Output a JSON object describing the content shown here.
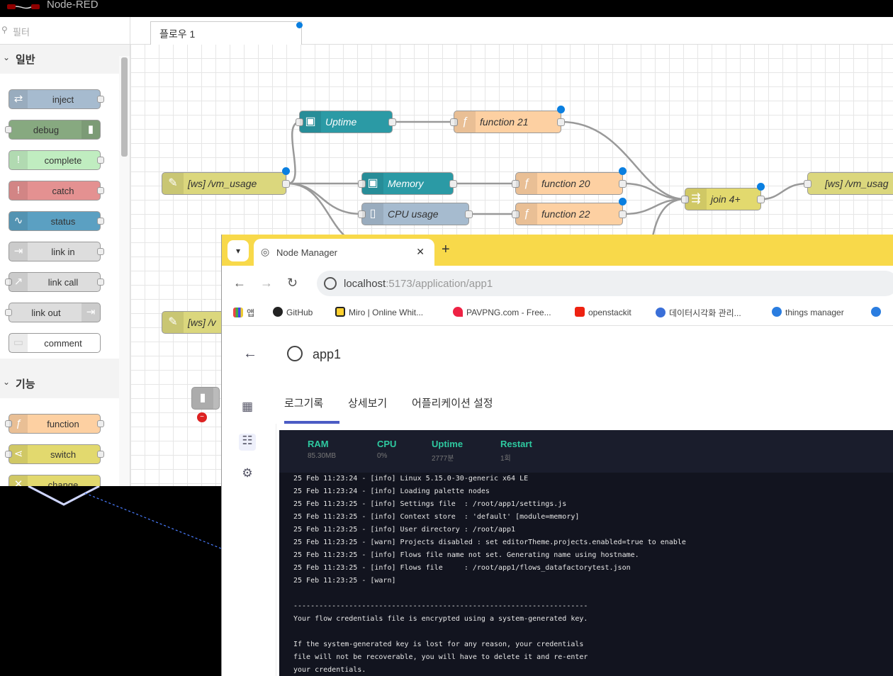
{
  "nodered": {
    "app_title": "Node-RED",
    "palette": {
      "search_placeholder": "필터",
      "categories": [
        {
          "name": "일반",
          "nodes": [
            "inject",
            "debug",
            "complete",
            "catch",
            "status",
            "link in",
            "link call",
            "link out",
            "comment"
          ]
        },
        {
          "name": "기능",
          "nodes": [
            "function",
            "switch",
            "change"
          ]
        }
      ]
    },
    "workspace": {
      "tab_label": "플로우 1",
      "nodes": {
        "ws_in": "[ws] /vm_usage",
        "ws_in2": "[ws] /v",
        "uptime": "Uptime",
        "memory": "Memory",
        "cpu": "CPU usage",
        "fn21": "function 21",
        "fn20": "function 20",
        "fn22": "function 22",
        "join": "join 4+",
        "ws_out": "[ws] /vm_usag"
      }
    }
  },
  "browser": {
    "tab_title": "Node Manager",
    "url_host": "localhost",
    "url_path": ":5173/application/app1",
    "bookmarks": [
      "앱",
      "GitHub",
      "Miro | Online Whit...",
      "PAVPNG.com - Free...",
      "openstackit",
      "데이터시각화 관리...",
      "things manager"
    ],
    "app": {
      "title": "app1",
      "tabs": [
        "로그기록",
        "상세보기",
        "어플리케이션 설정"
      ],
      "stats": [
        {
          "label": "RAM",
          "value": "85.30MB"
        },
        {
          "label": "CPU",
          "value": "0%"
        },
        {
          "label": "Uptime",
          "value": "2777분"
        },
        {
          "label": "Restart",
          "value": "1회"
        }
      ],
      "log_lines": [
        "25 Feb 11:23:24 - [info] Linux 5.15.0-30-generic x64 LE",
        "25 Feb 11:23:24 - [info] Loading palette nodes",
        "25 Feb 11:23:25 - [info] Settings file  : /root/app1/settings.js",
        "25 Feb 11:23:25 - [info] Context store  : 'default' [module=memory]",
        "25 Feb 11:23:25 - [info] User directory : /root/app1",
        "25 Feb 11:23:25 - [warn] Projects disabled : set editorTheme.projects.enabled=true to enable",
        "25 Feb 11:23:25 - [info] Flows file name not set. Generating name using hostname.",
        "25 Feb 11:23:25 - [info] Flows file     : /root/app1/flows_datafactorytest.json",
        "25 Feb 11:23:25 - [warn]",
        "",
        "---------------------------------------------------------------------",
        "Your flow credentials file is encrypted using a system-generated key.",
        "",
        "If the system-generated key is lost for any reason, your credentials",
        "file will not be recoverable, you will have to delete it and re-enter",
        "your credentials."
      ]
    }
  }
}
